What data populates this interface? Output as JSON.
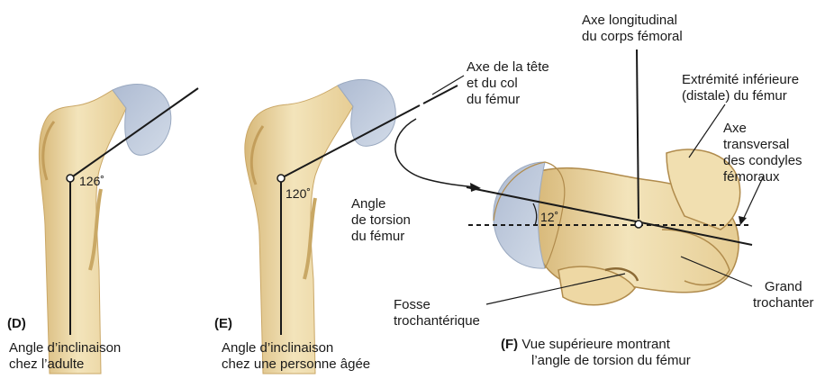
{
  "panels": {
    "d": {
      "tag": "(D)",
      "angle": "126˚",
      "caption": [
        "Angle d’inclinaison",
        "chez l’adulte"
      ]
    },
    "e": {
      "tag": "(E)",
      "angle": "120˚",
      "caption": [
        "Angle d’inclinaison",
        "chez une personne âgée"
      ]
    },
    "f": {
      "tag": "(F)",
      "angle": "12˚",
      "caption": [
        "Vue supérieure montrant",
        "l’angle de torsion du fémur"
      ]
    }
  },
  "labels": {
    "axe_tete_col": [
      "Axe de la tête",
      "et du col",
      "du fémur"
    ],
    "axe_longitudinal": [
      "Axe longitudinal",
      "du corps fémoral"
    ],
    "extremite_inferieure": [
      "Extrémité inférieure",
      "(distale) du fémur"
    ],
    "axe_transversal": [
      "Axe",
      "transversal",
      "des condyles",
      "fémoraux"
    ],
    "angle_torsion": [
      "Angle",
      "de torsion",
      "du fémur"
    ],
    "fosse": [
      "Fosse",
      "trochantérique"
    ],
    "grand_trochanter": [
      "Grand",
      "trochanter"
    ]
  },
  "colors": {
    "bone": "#f2e2b6",
    "bone_shade": "#d8bb7f",
    "cartilage": "#b9c6da",
    "line": "#1a1a1a"
  }
}
